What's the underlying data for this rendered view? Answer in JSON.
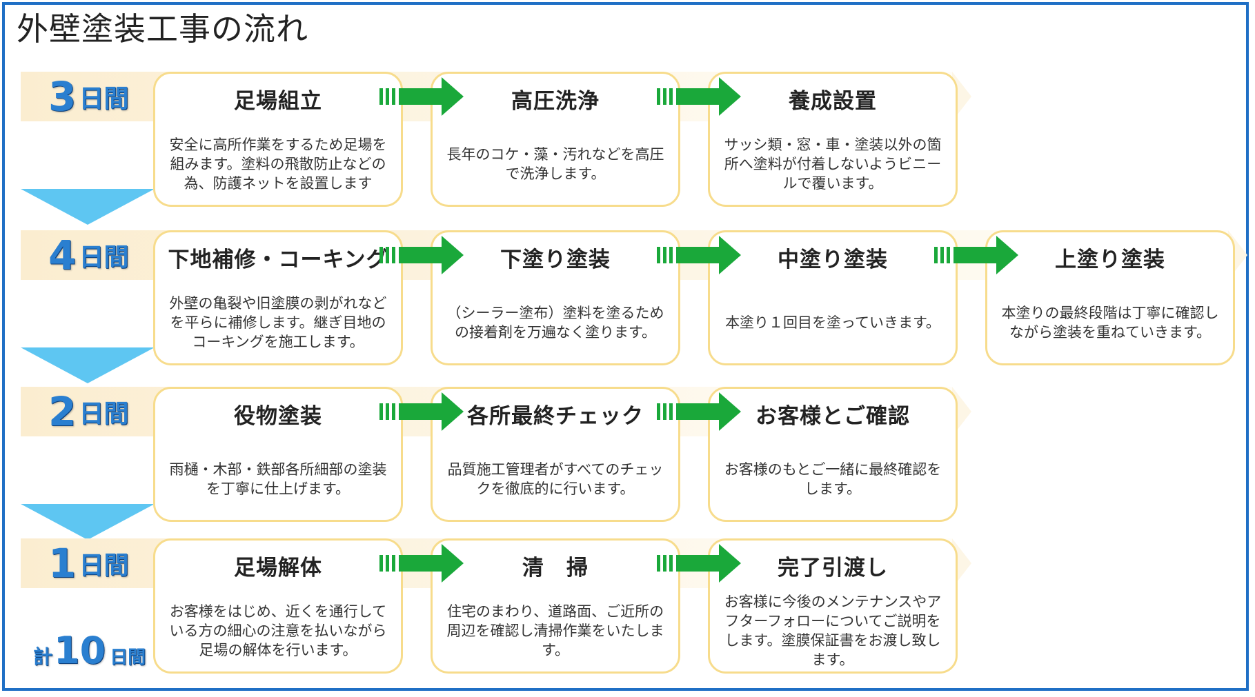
{
  "page_title": "外壁塗装工事の流れ",
  "colors": {
    "border": "#1f6fc5",
    "band": "#fbedd0",
    "card_border": "#f7dc8c",
    "process_arrow": "#1aa83a",
    "down_arrow": "#5ec6f2",
    "duration_text": "#2a7fd0"
  },
  "rows": [
    {
      "duration_num": "3",
      "duration_unit": "日間",
      "steps": [
        {
          "title": "足場組立",
          "desc": "安全に高所作業をするため足場を組みます。塗料の飛散防止などの為、防護ネットを設置します"
        },
        {
          "title": "高圧洗浄",
          "desc": "長年のコケ・藻・汚れなどを高圧で洗浄します。"
        },
        {
          "title": "養成設置",
          "desc": "サッシ類・窓・車・塗装以外の箇所へ塗料が付着しないようビニールで覆います。"
        }
      ]
    },
    {
      "duration_num": "4",
      "duration_unit": "日間",
      "steps": [
        {
          "title": "下地補修・コーキング",
          "desc": "外壁の亀裂や旧塗膜の剥がれなどを平らに補修します。継ぎ目地のコーキングを施工します。"
        },
        {
          "title": "下塗り塗装",
          "desc": "（シーラー塗布）塗料を塗るための接着剤を万遍なく塗ります。"
        },
        {
          "title": "中塗り塗装",
          "desc": "本塗り１回目を塗っていきます。"
        },
        {
          "title": "上塗り塗装",
          "desc": "本塗りの最終段階は丁寧に確認しながら塗装を重ねていきます。"
        }
      ]
    },
    {
      "duration_num": "2",
      "duration_unit": "日間",
      "steps": [
        {
          "title": "役物塗装",
          "desc": "雨樋・木部・鉄部各所細部の塗装を丁寧に仕上げます。"
        },
        {
          "title": "各所最終チェック",
          "desc": "品質施工管理者がすべてのチェックを徹底的に行います。"
        },
        {
          "title": "お客様とご確認",
          "desc": "お客様のもとご一緒に最終確認をします。"
        }
      ]
    },
    {
      "duration_num": "1",
      "duration_unit": "日間",
      "steps": [
        {
          "title": "足場解体",
          "desc": "お客様をはじめ、近くを通行している方の細心の注意を払いながら足場の解体を行います。"
        },
        {
          "title": "清　掃",
          "desc": "住宅のまわり、道路面、ご近所の周辺を確認し清掃作業をいたします。"
        },
        {
          "title": "完了引渡し",
          "desc": "お客様に今後のメンテナンスやアフターフォローについてご説明をします。塗膜保証書をお渡し致します。"
        }
      ]
    }
  ],
  "total": {
    "prefix": "計",
    "num": "10",
    "unit": "日間"
  }
}
